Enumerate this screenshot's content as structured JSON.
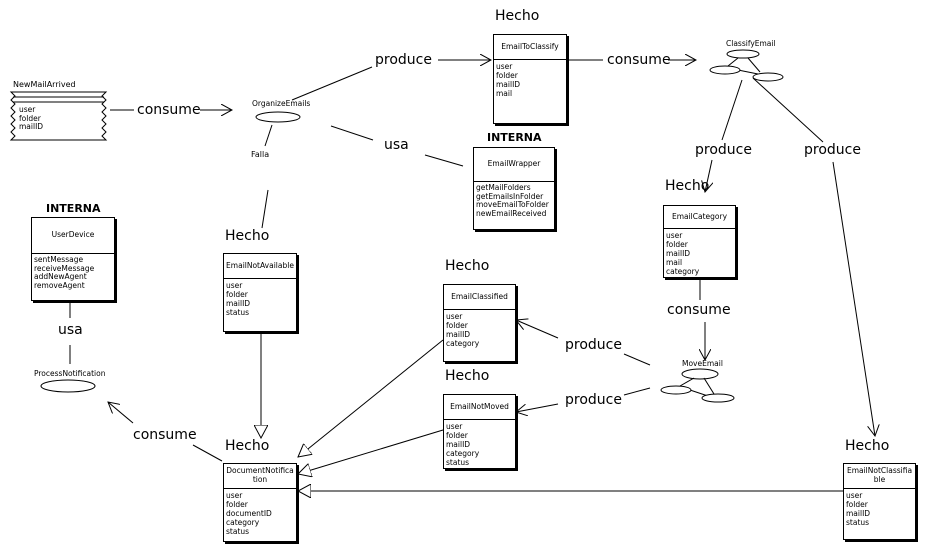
{
  "stereotypes": {
    "hecho": "Hecho",
    "interna": "INTERNA"
  },
  "connectors": {
    "consume": "consume",
    "produce": "produce",
    "usa": "usa",
    "falla": "Falla"
  },
  "use_cases": {
    "organize": "OrganizeEmails",
    "classify": "ClassifyEmail",
    "move": "MoveEmail",
    "process": "ProcessNotification"
  },
  "event": {
    "name": "NewMailArrived",
    "attrs": [
      "user",
      "folder",
      "mailID"
    ]
  },
  "classes": {
    "email_to_classify": {
      "name": "EmailToClassify",
      "attrs": [
        "user",
        "folder",
        "mailID",
        "mail"
      ]
    },
    "email_wrapper": {
      "name": "EmailWrapper",
      "attrs": [
        "getMailFolders",
        "getEmailsInFolder",
        "moveEmailToFolder",
        "newEmailReceived"
      ]
    },
    "user_device": {
      "name": "UserDevice",
      "attrs": [
        "sentMessage",
        "receiveMessage",
        "addNewAgent",
        "removeAgent"
      ]
    },
    "email_category": {
      "name": "EmailCategory",
      "attrs": [
        "user",
        "folder",
        "mailID",
        "mail",
        "category"
      ]
    },
    "email_not_available": {
      "name": "EmailNotAvailable",
      "attrs": [
        "user",
        "folder",
        "mailID",
        "status"
      ]
    },
    "email_classified": {
      "name": "EmailClassified",
      "attrs": [
        "user",
        "folder",
        "mailID",
        "category"
      ]
    },
    "email_not_moved": {
      "name": "EmailNotMoved",
      "attrs": [
        "user",
        "folder",
        "mailID",
        "category",
        "status"
      ]
    },
    "document_notification": {
      "name": "DocumentNotification",
      "attrs": [
        "user",
        "folder",
        "documentID",
        "category",
        "status"
      ]
    },
    "email_not_classifiable": {
      "name": "EmailNotClassifiable",
      "attrs": [
        "user",
        "folder",
        "mailID",
        "status"
      ]
    }
  }
}
